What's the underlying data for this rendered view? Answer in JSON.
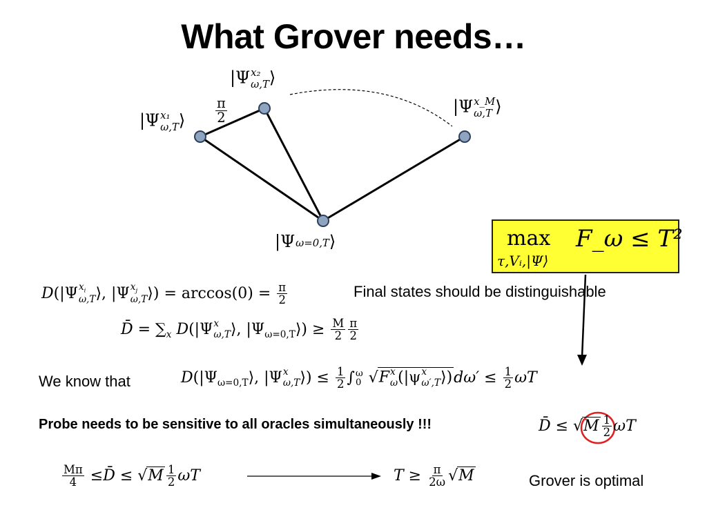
{
  "slide": {
    "title": "What Grover needs…",
    "distinguish_text": "Final states should be distinguishable",
    "we_know_text": "We know that",
    "probe_text": "Probe needs to be sensitive to all oracles simultaneously !!!",
    "grover_text": "Grover is optimal"
  },
  "diagram": {
    "label_x1": "x₁",
    "label_x2": "x₂",
    "label_xM": "x_M",
    "label_zero": "ω=0,T",
    "angle_num": "π",
    "angle_den": "2",
    "node_color": "#8fa4bf",
    "node_stroke": "#2b3f5c"
  },
  "maxbox": {
    "color": "#ffff33",
    "op": "max",
    "limits": "τ,Vᵢ,|Ψ⟩",
    "rhs": "F_ω ≤ T²"
  },
  "colors": {
    "highlight_circle": "#e02020"
  }
}
